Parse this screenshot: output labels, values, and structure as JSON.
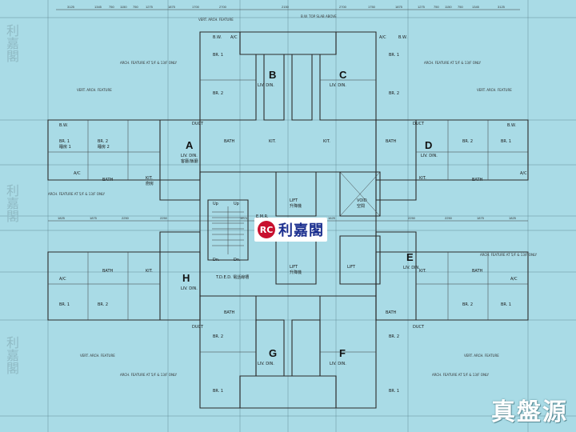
{
  "logo": {
    "mark": "RC",
    "text": "利嘉閣"
  },
  "watermark": "真盤源",
  "side_watermark": "利嘉閣",
  "units": {
    "A": "A",
    "B": "B",
    "C": "C",
    "D": "D",
    "E": "E",
    "F": "F",
    "G": "G",
    "H": "H"
  },
  "rooms": {
    "liv_din": "LIV. DIN.",
    "liv_din_zh": "客廳/飯廳",
    "br1": "BR. 1",
    "br2": "BR. 2",
    "br1_zh": "睡房 1",
    "br2_zh": "睡房 2",
    "bath": "BATH",
    "kit": "KIT.",
    "kit_zh": "廚房",
    "duct": "DUCT",
    "ac": "A/C",
    "bw": "B.W.",
    "lift": "LIFT",
    "lift_zh": "升降機",
    "void": "VOID",
    "void_zh": "空間",
    "emr": "E.M.R.",
    "tded": "T.D.E.D. 電話線槽",
    "up": "Up",
    "dn": "Dn."
  },
  "annotations": {
    "arch_feature": "VERT. ARCH. FEATURE",
    "bw_top": "B.W. TOP SLAB ABOVE",
    "arch_floor": "ARCH. FEATURE AT 5/F & 13/F ONLY"
  },
  "dimensions": {
    "top": [
      "3125",
      "1345",
      "750",
      "1150",
      "750",
      "1275",
      "1875",
      "1700",
      "2700",
      "2150",
      "2700",
      "1750",
      "1875",
      "1275",
      "750",
      "1150",
      "750",
      "1345",
      "3125"
    ],
    "mid": [
      "1825",
      "1875",
      "2250",
      "2250",
      "1975",
      "1625",
      "2250",
      "2250",
      "1875",
      "1825"
    ]
  },
  "colors": {
    "background": "#a9dbe6",
    "logo_red": "#c8102e",
    "logo_blue": "#1b2f8f"
  }
}
